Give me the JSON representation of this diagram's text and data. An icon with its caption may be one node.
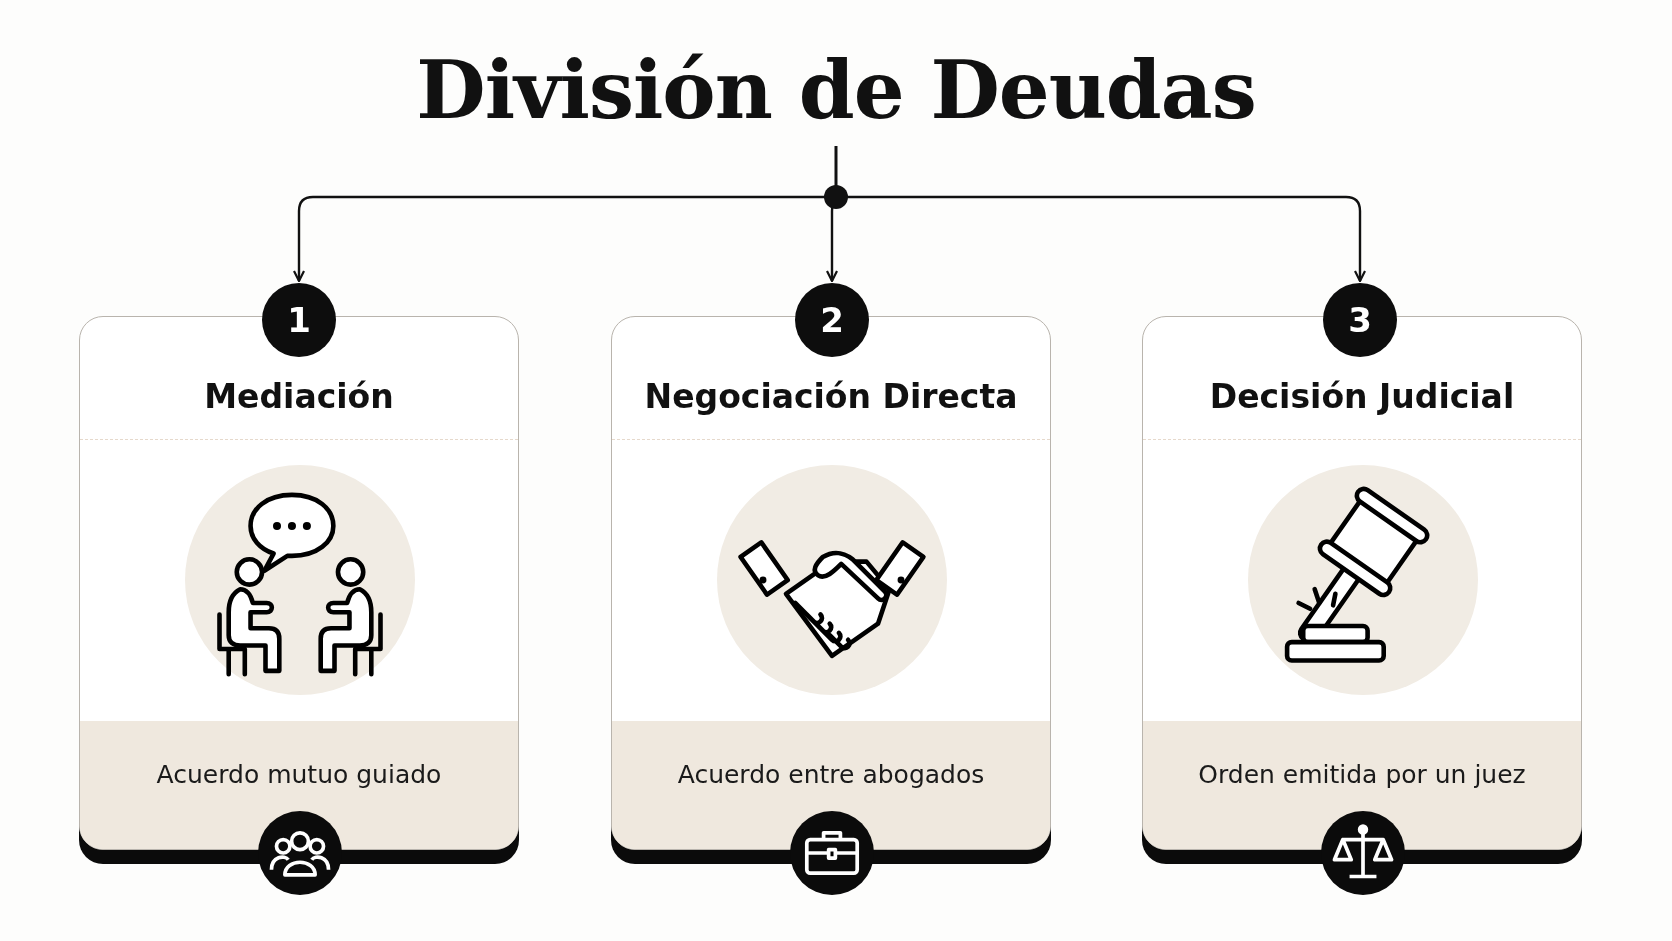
{
  "diagram": {
    "nodes": [
      {
        "text": [
          "División de Deudas"
        ]
      },
      {
        "text": [
          "1"
        ]
      },
      {
        "text": [
          "Mediación",
          "Acuerdo mutuo guiado"
        ]
      },
      {
        "text": [
          "2"
        ]
      },
      {
        "text": [
          "Negociación Directa",
          "Acuerdo entre abogados"
        ]
      },
      {
        "text": [
          "3"
        ]
      },
      {
        "text": [
          "Decisión Judicial",
          "Orden emitida por un juez"
        ]
      }
    ],
    "edges": [
      {
        "from": 0,
        "to": 1,
        "arrow": "to"
      },
      {
        "from": 0,
        "to": 3,
        "arrow": "to"
      },
      {
        "from": 0,
        "to": 5,
        "arrow": "to"
      }
    ]
  }
}
